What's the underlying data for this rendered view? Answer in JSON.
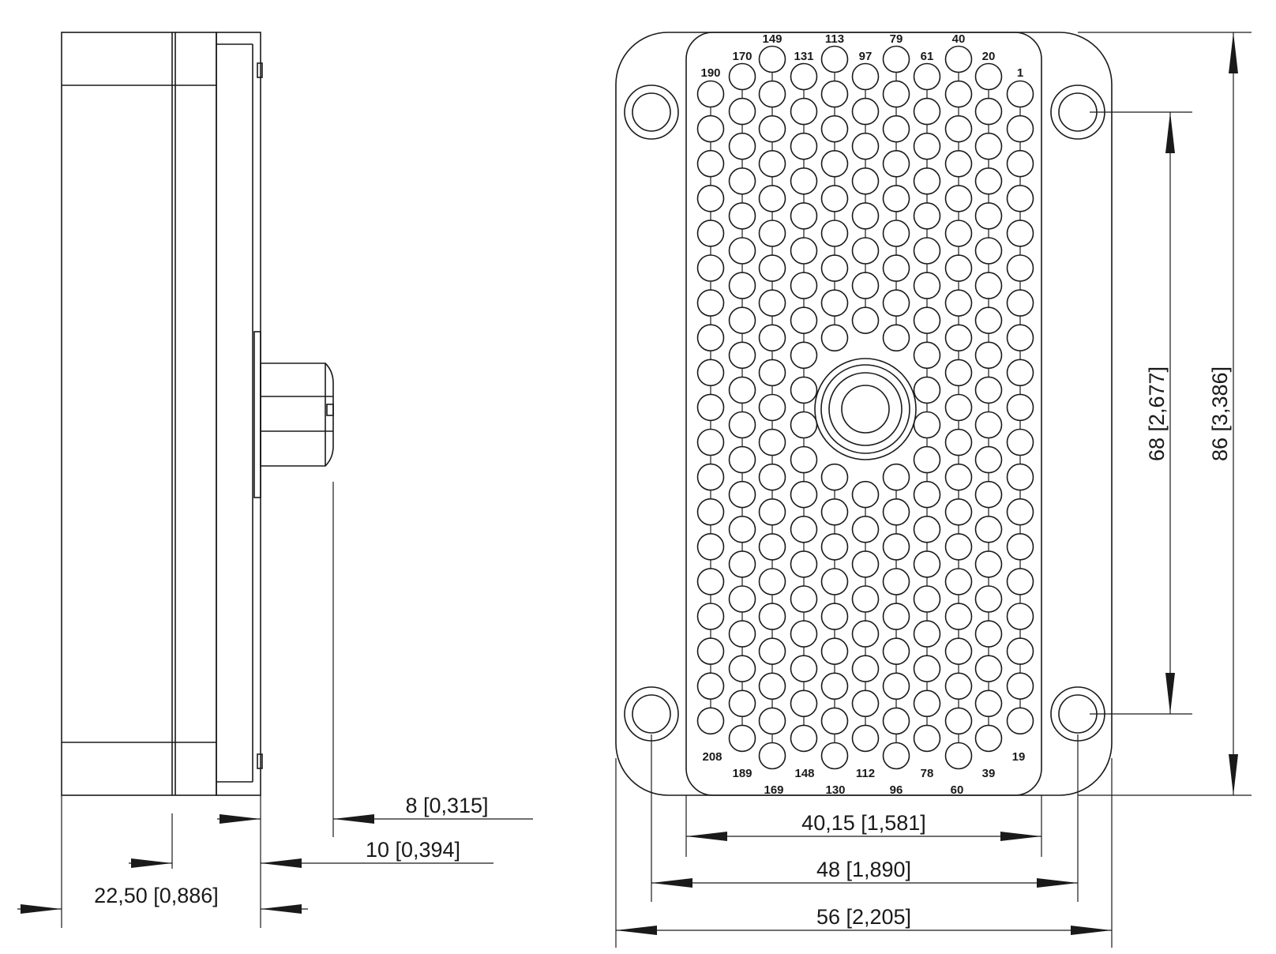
{
  "dimensions": {
    "side_8": "8 [0,315]",
    "side_10": "10 [0,394]",
    "side_22": "22,50 [0,886]",
    "front_40": "40,15 [1,581]",
    "front_48": "48 [1,890]",
    "front_56": "56 [2,205]",
    "front_68": "68 [2,677]",
    "front_86": "86 [3,386]"
  },
  "pins": {
    "top": [
      "190",
      "170",
      "149",
      "131",
      "113",
      "97",
      "79",
      "61",
      "40",
      "20",
      "1"
    ],
    "bottom": [
      "208",
      "189",
      "169",
      "148",
      "130",
      "112",
      "96",
      "78",
      "60",
      "39",
      "19"
    ]
  }
}
